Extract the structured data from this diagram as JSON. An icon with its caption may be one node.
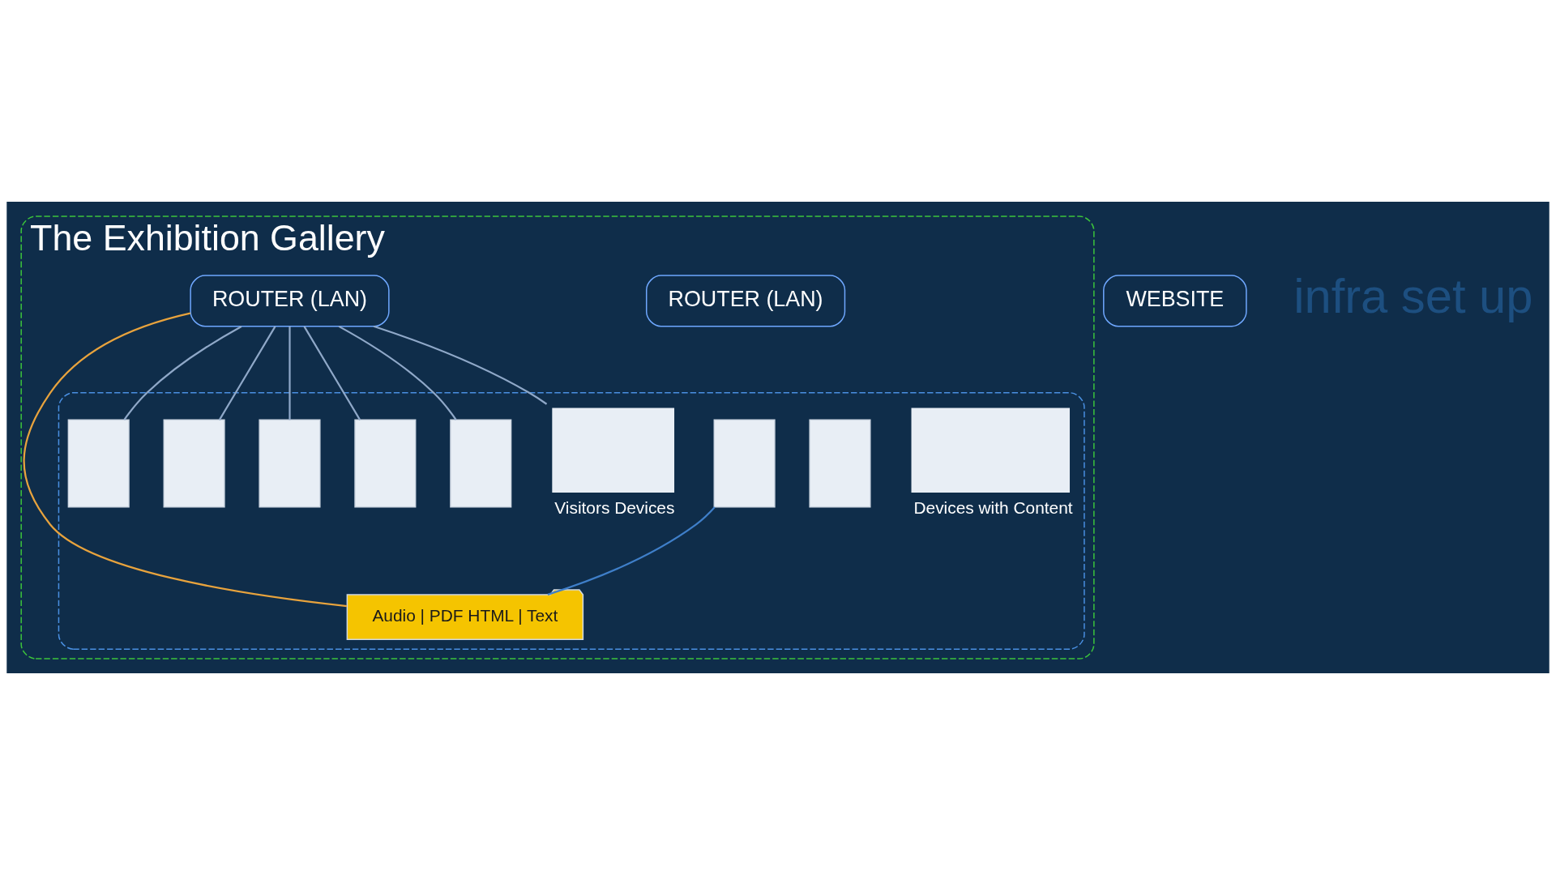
{
  "diagram": {
    "nodes": [
      {
        "text": [
          "The Exhibition Gallery"
        ]
      },
      {
        "text": [],
        "shape": "box",
        "in": 0
      },
      {
        "text": [],
        "shape": "box",
        "in": 1,
        "beside": [
          "Devices with Content"
        ]
      },
      {
        "text": [],
        "shape": "box",
        "in": 1
      },
      {
        "text": [],
        "shape": "box",
        "in": 1
      },
      {
        "text": [
          "Audio | PDF HTML | Text"
        ],
        "in": 1
      },
      {
        "text": [
          "ROUTER (LAN)"
        ],
        "in": 0
      },
      {
        "text": [
          "ROUTER (LAN)"
        ],
        "in": 0
      },
      {
        "text": [],
        "shape": "box",
        "in": 1,
        "beside": [
          "Visitors Devices"
        ]
      },
      {
        "text": [],
        "shape": "box",
        "in": 1
      },
      {
        "text": [],
        "shape": "box",
        "in": 1
      },
      {
        "text": [],
        "shape": "box",
        "in": 1
      },
      {
        "text": [],
        "shape": "box",
        "in": 1
      },
      {
        "text": [],
        "shape": "box",
        "in": 1
      },
      {
        "text": [
          "WEBSITE"
        ]
      }
    ],
    "edges": [
      {
        "from": 4,
        "to": 5,
        "arrow": "none",
        "color": "#3f7fc9"
      },
      {
        "from": 5,
        "to": 7,
        "arrow": "none",
        "color": "#e8a33d"
      },
      {
        "from": 7,
        "to": 8,
        "arrow": "none"
      },
      {
        "from": 7,
        "to": 9,
        "arrow": "none"
      },
      {
        "from": 7,
        "to": 10,
        "arrow": "none"
      },
      {
        "from": 7,
        "to": 11,
        "arrow": "none"
      },
      {
        "from": 7,
        "to": 12,
        "arrow": "none"
      },
      {
        "from": 7,
        "to": 13,
        "arrow": "none"
      }
    ],
    "labels": [
      "infra set up"
    ]
  }
}
